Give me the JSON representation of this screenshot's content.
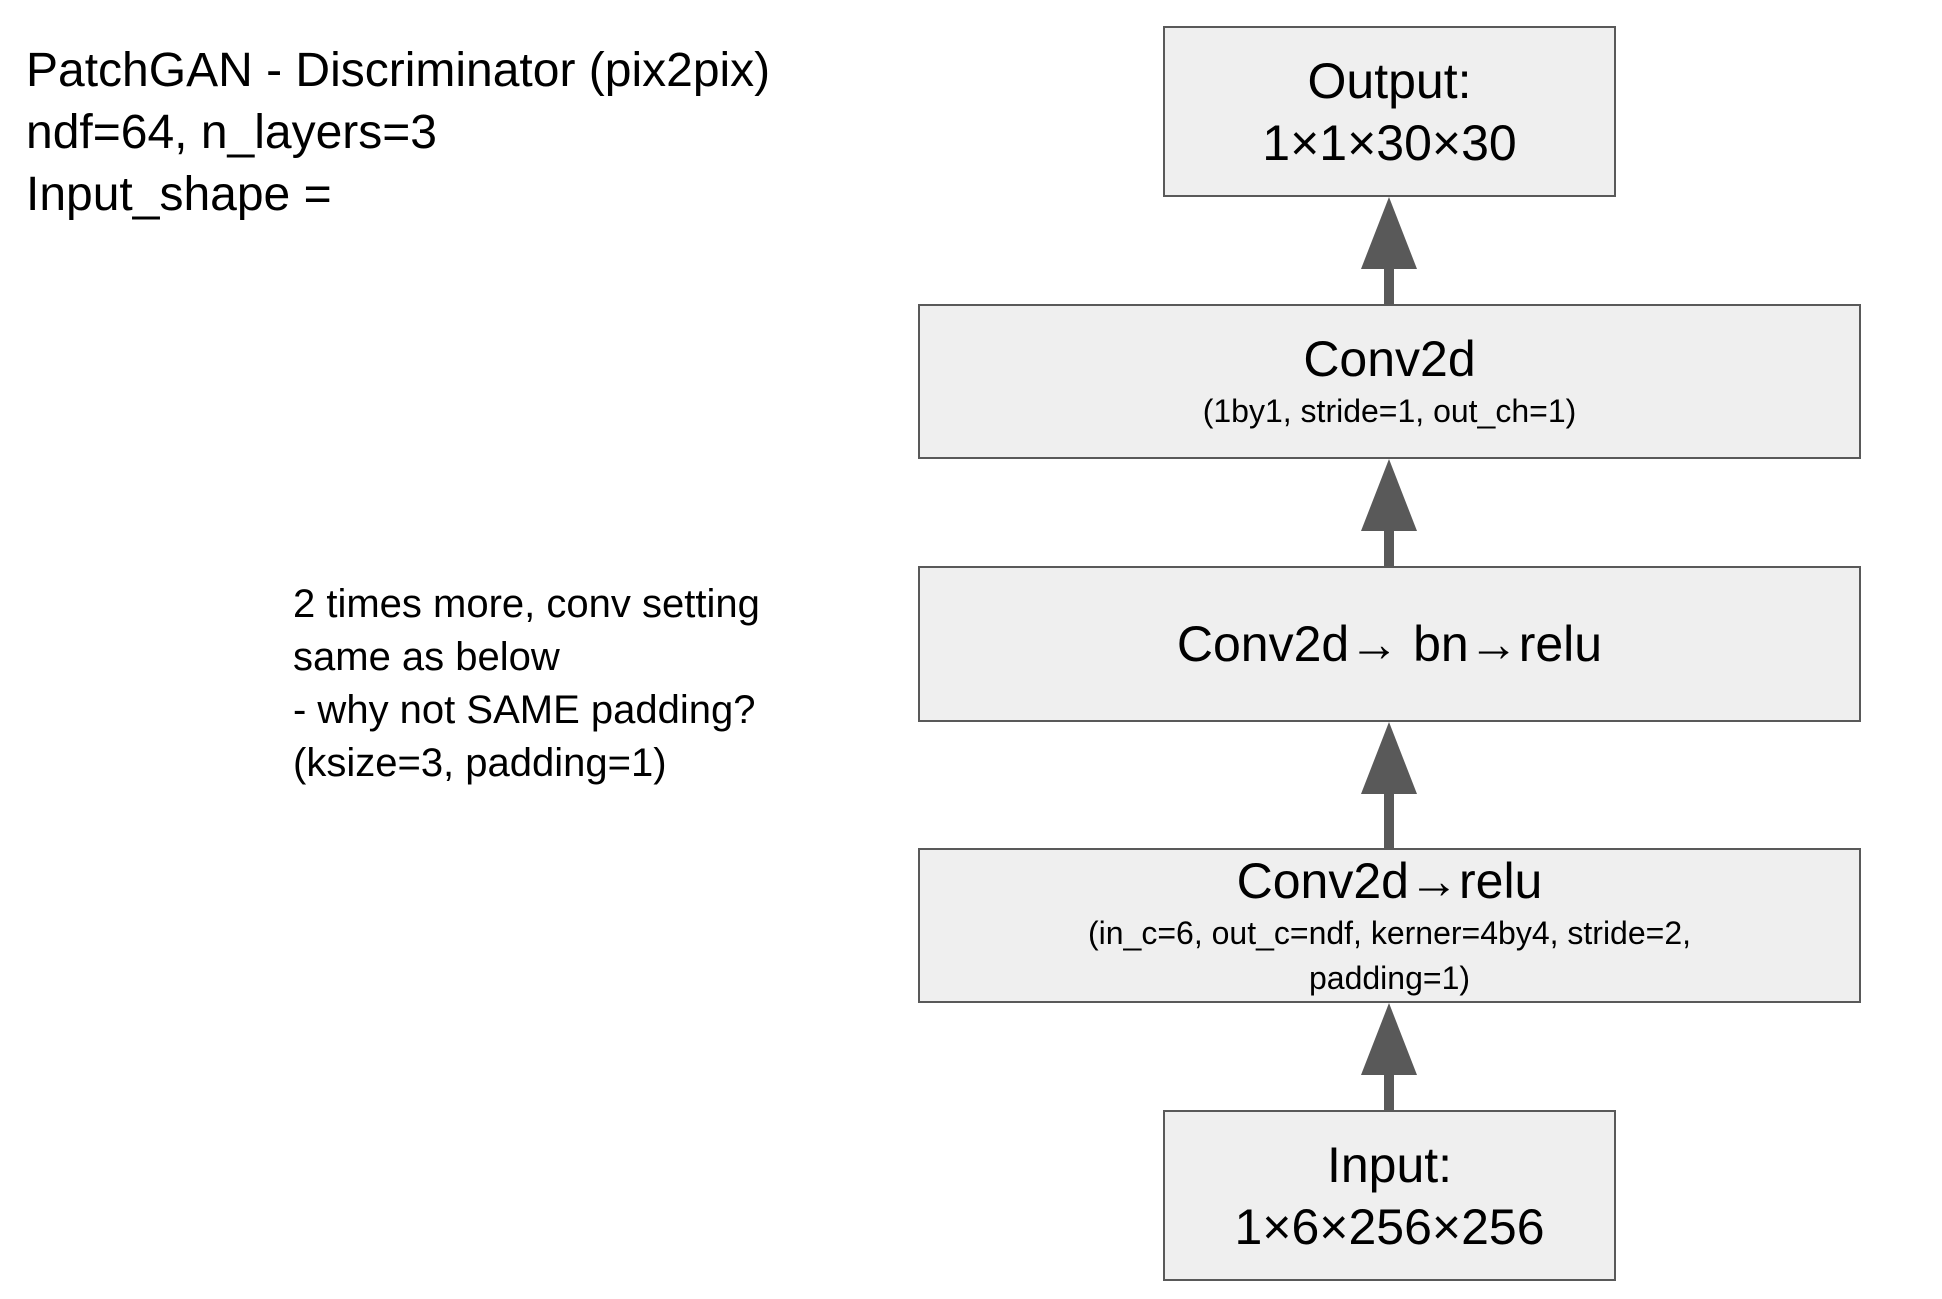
{
  "title_block": {
    "line1": "PatchGAN - Discriminator (pix2pix)",
    "line2": "ndf=64, n_layers=3",
    "line3": "Input_shape ="
  },
  "note": {
    "line1": "2 times more, conv setting",
    "line2": "same as below",
    "line3": "- why not SAME padding?",
    "line4": "(ksize=3, padding=1)"
  },
  "boxes": {
    "output": {
      "line1": "Output:",
      "line2": "1×1×30×30"
    },
    "conv1x1": {
      "title": "Conv2d",
      "params": "(1by1, stride=1, out_ch=1)"
    },
    "conv_bn_relu": {
      "title": "Conv2d→ bn→relu"
    },
    "conv_relu": {
      "title": "Conv2d→relu",
      "params": "(in_c=6, out_c=ndf, kerner=4by4, stride=2, padding=1)"
    },
    "input": {
      "line1": "Input:",
      "line2": "1×6×256×256"
    }
  },
  "colors": {
    "box_fill": "#efefef",
    "box_border": "#595959",
    "arrow": "#595959",
    "text": "#000000"
  }
}
